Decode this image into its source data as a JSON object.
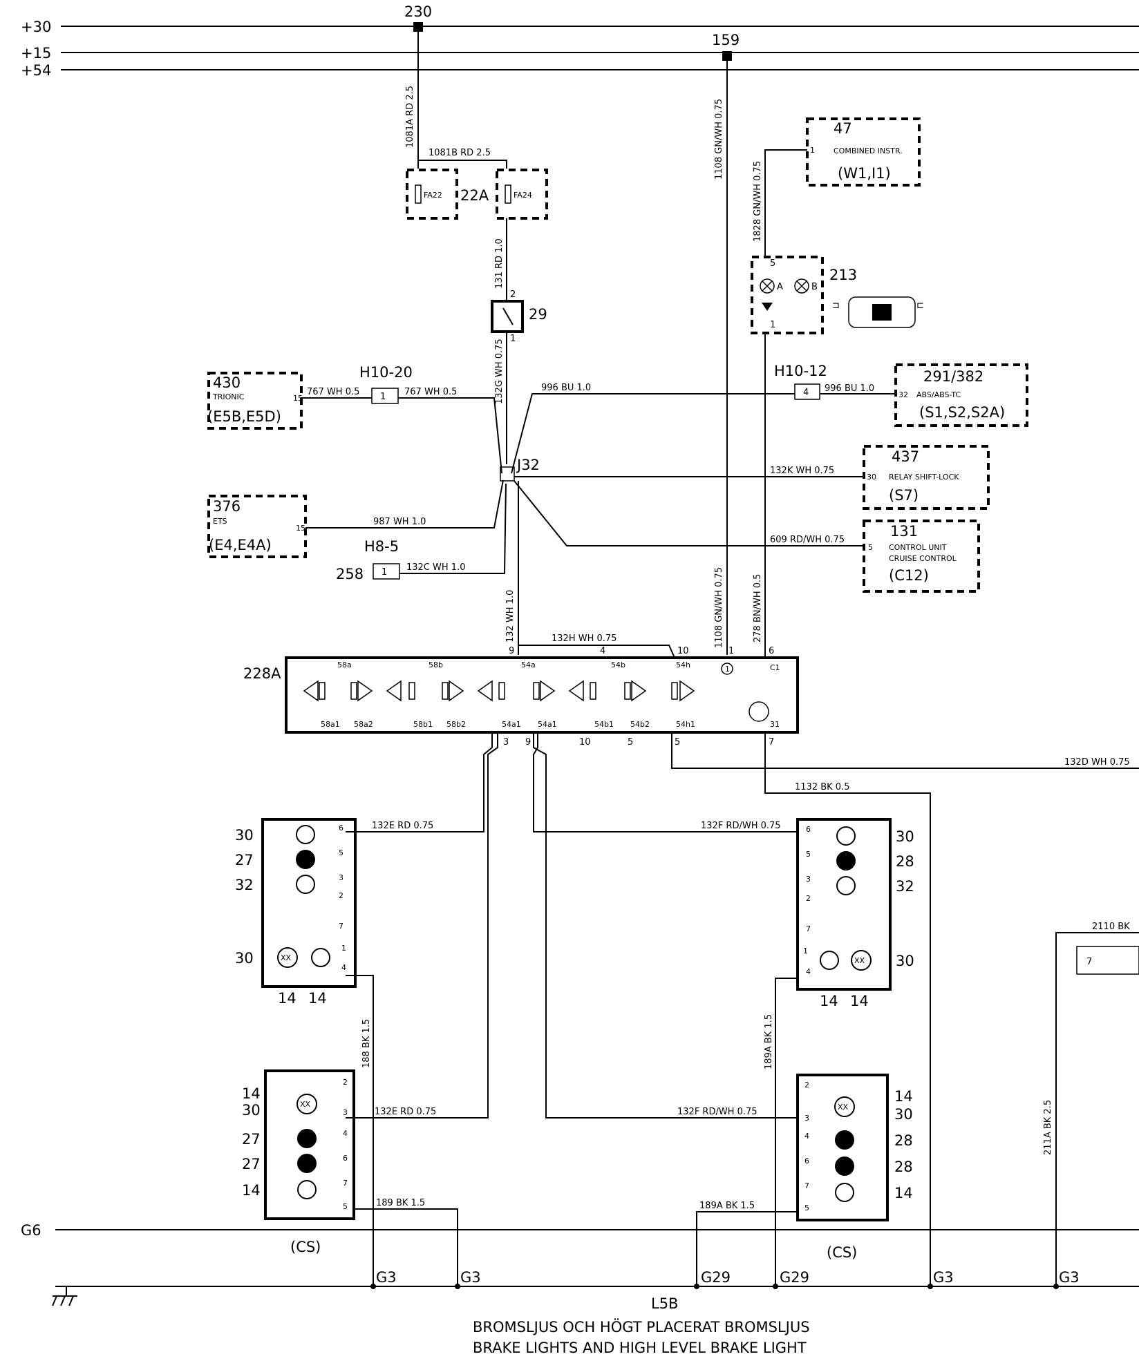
{
  "rails": {
    "p30": "+30",
    "p15": "+15",
    "p54": "+54",
    "g6": "G6"
  },
  "nodes": {
    "n230": "230",
    "n159": "159"
  },
  "fuses": {
    "id": "22A",
    "fa22": "FA22",
    "fa24": "FA24"
  },
  "wires": {
    "w1081a": "1081A RD 2.5",
    "w1081b": "1081B RD 2.5",
    "w131": "131 RD 1.0",
    "w132g": "132G WH 0.75",
    "w1108": "1108 GN/WH 0.75",
    "w1108b": "1108 GN/WH 0.75",
    "w1828": "1828 GN/WH 0.75",
    "w996a": "996 BU 1.0",
    "w996b": "996 BU 1.0",
    "w767a": "767 WH 0.5",
    "w767b": "767 WH 0.5",
    "w987": "987 WH 1.0",
    "w132c": "132C WH 1.0",
    "w132k": "132K WH 0.75",
    "w609": "609 RD/WH 0.75",
    "w132": "132 WH 1.0",
    "w278": "278 BN/WH 0.5",
    "w132h": "132H WH 0.75",
    "w132d": "132D WH 0.75",
    "w1132": "1132 BK 0.5",
    "w132e1": "132E RD 0.75",
    "w132e2": "132E RD 0.75",
    "w132f1": "132F RD/WH 0.75",
    "w132f2": "132F RD/WH 0.75",
    "w188": "188 BK 1.5",
    "w189a": "189A BK 1.5",
    "w189": "189 BK 1.5",
    "w189a2": "189A BK 1.5",
    "w2110": "2110 BK",
    "w211a": "211A BK 2.5"
  },
  "components": {
    "c47": {
      "num": "47",
      "name": "COMBINED INSTR.",
      "ref": "(W1,I1)",
      "pin": "1"
    },
    "c213": {
      "num": "213",
      "a": "A",
      "b": "B",
      "p5": "5",
      "p1": "1"
    },
    "c291": {
      "num": "291/382",
      "name": "ABS/ABS-TC",
      "ref": "(S1,S2,S2A)",
      "pin": "32"
    },
    "c430": {
      "num": "430",
      "name": "TRIONIC",
      "ref": "(E5B,E5D)",
      "pin": "15"
    },
    "c376": {
      "num": "376",
      "name": "ETS",
      "ref": "(E4,E4A)",
      "pin": "15"
    },
    "c437": {
      "num": "437",
      "name": "RELAY SHIFT-LOCK",
      "ref": "(S7)",
      "pin": "30"
    },
    "c131": {
      "num": "131",
      "name1": "CONTROL UNIT",
      "name2": "CRUISE CONTROL",
      "ref": "(C12)",
      "pin": "5"
    },
    "c29": {
      "num": "29",
      "p2": "2",
      "p1": "1"
    },
    "c258": {
      "num": "258"
    },
    "c228": {
      "num": "228A"
    }
  },
  "connectors": {
    "h1020": "H10-20",
    "h1012": "H10-12",
    "h85": "H8-5",
    "j32": "J32",
    "pin1a": "1",
    "pin4": "4",
    "pin1b": "1"
  },
  "module": {
    "top_labels": [
      "58a",
      "58b",
      "54a",
      "54b",
      "54h",
      "C1"
    ],
    "bottom_labels": [
      "58a1",
      "58a2",
      "58b1",
      "58b2",
      "54a1",
      "54a1",
      "54b1",
      "54b2",
      "54h1",
      "31"
    ],
    "top_pins": [
      "9",
      "4",
      "10",
      "1",
      "6"
    ],
    "bottom_pins": [
      "3",
      "9",
      "10",
      "5",
      "5",
      "7"
    ],
    "circled": "1"
  },
  "lamps": {
    "left_upper": {
      "left": [
        "30",
        "27",
        "32",
        "30"
      ],
      "pins": [
        "6",
        "5",
        "3",
        "2",
        "7",
        "1",
        "4"
      ],
      "bottom": [
        "14",
        "14"
      ]
    },
    "right_upper": {
      "right": [
        "30",
        "28",
        "32",
        "30"
      ],
      "pins": [
        "6",
        "5",
        "3",
        "2",
        "7",
        "1",
        "4"
      ],
      "bottom": [
        "14",
        "14"
      ]
    },
    "left_lower": {
      "left": [
        "14",
        "30",
        "27",
        "27",
        "14"
      ],
      "pins": [
        "2",
        "3",
        "4",
        "6",
        "7",
        "5"
      ],
      "tag": "(CS)"
    },
    "right_lower": {
      "right": [
        "14",
        "30",
        "28",
        "28",
        "14"
      ],
      "pins": [
        "2",
        "3",
        "4",
        "6",
        "7",
        "5"
      ],
      "tag": "(CS)"
    },
    "xx": "XX"
  },
  "grounds": [
    "G3",
    "G3",
    "G29",
    "G29",
    "G3",
    "G3"
  ],
  "right_conn_pin": "7",
  "footer": {
    "code": "L5B",
    "line1": "BROMSLJUS OCH HÖGT PLACERAT BROMSLJUS",
    "line2": "BRAKE LIGHTS AND HIGH LEVEL BRAKE LIGHT"
  }
}
